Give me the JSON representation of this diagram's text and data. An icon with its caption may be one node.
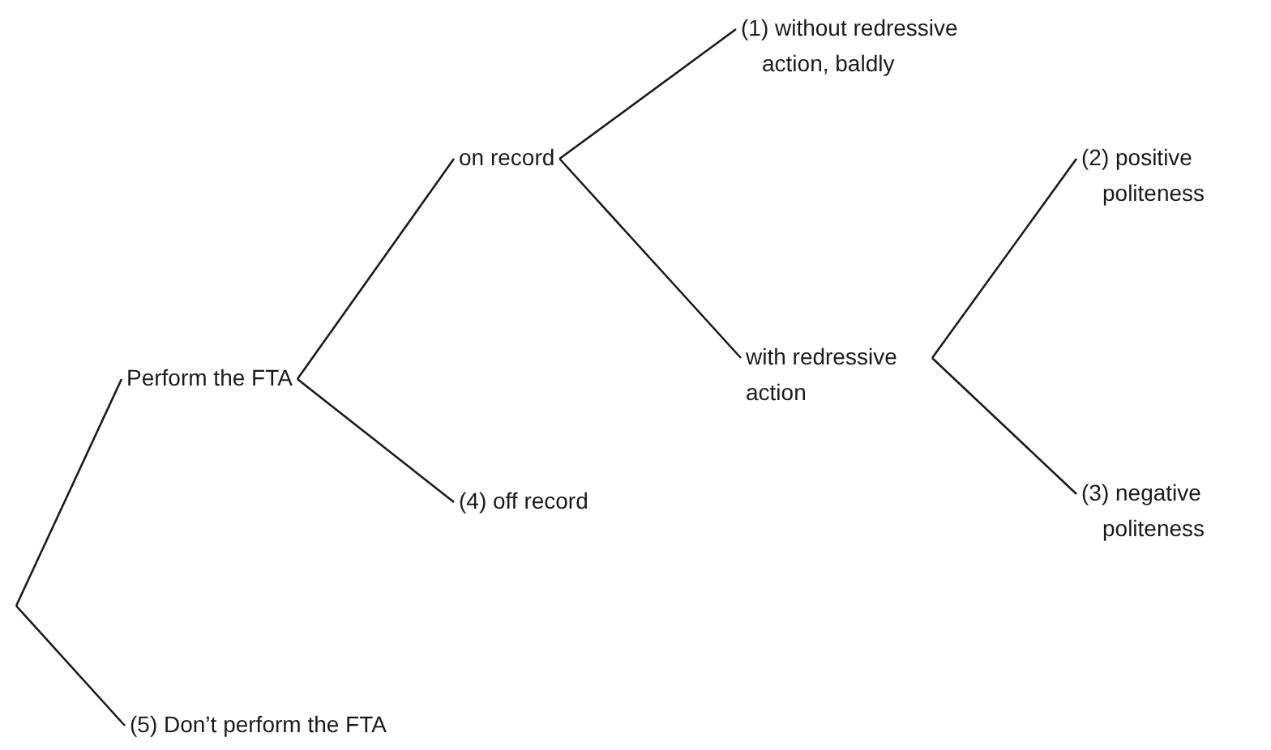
{
  "diagram": {
    "nodes": [
      {
        "text": [
          "Perform the FTA"
        ]
      },
      {
        "text": [
          "on record"
        ]
      },
      {
        "text": [
          "(1) without redressive action, baldly"
        ]
      },
      {
        "text": [
          "with redressive action"
        ]
      },
      {
        "text": [
          "(2) positive politeness"
        ]
      },
      {
        "text": [
          "(3) negative politeness"
        ]
      },
      {
        "text": [
          "(4) off record"
        ]
      },
      {
        "text": [
          "(5) Don’t perform the FTA"
        ]
      }
    ],
    "edges": [
      {
        "from": null,
        "to": 0,
        "arrow": "none"
      },
      {
        "from": null,
        "to": 7,
        "arrow": "none"
      },
      {
        "from": 0,
        "to": 1,
        "arrow": "none"
      },
      {
        "from": 0,
        "to": 6,
        "arrow": "none"
      },
      {
        "from": 1,
        "to": 2,
        "arrow": "none"
      },
      {
        "from": 1,
        "to": 3,
        "arrow": "none"
      },
      {
        "from": 3,
        "to": 4,
        "arrow": "none"
      },
      {
        "from": 3,
        "to": 5,
        "arrow": "none"
      }
    ]
  }
}
